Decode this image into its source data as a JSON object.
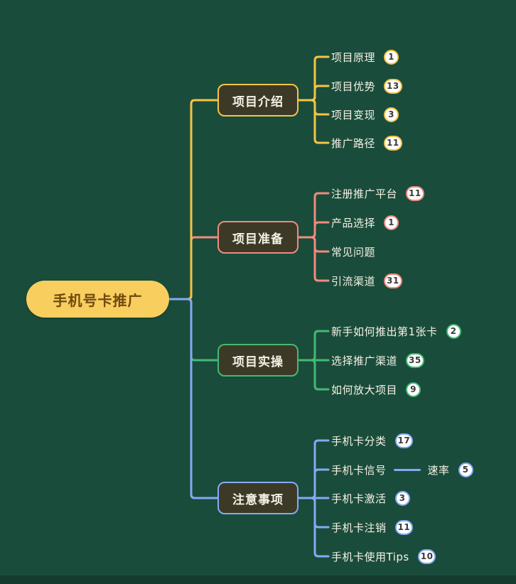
{
  "colors": {
    "background": "#1A4C3B",
    "root-fill": "#F8CE5E",
    "root-text": "#6E4A10",
    "node-fill": "#3C3A27",
    "node-text": "#F5F2E6",
    "child-text": "#F5F2E6",
    "badge-bg": "#FFFFFF",
    "badge-text": "#3A3A3A",
    "branch1": "#F6C444",
    "branch2": "#F08B7D",
    "branch3": "#43BA74",
    "branch4": "#86A9F7"
  },
  "root": {
    "label": "手机号卡推广"
  },
  "branches": [
    {
      "label": "项目介绍",
      "children": [
        {
          "label": "项目原理",
          "badge": "1"
        },
        {
          "label": "项目优势",
          "badge": "13"
        },
        {
          "label": "项目变现",
          "badge": "3"
        },
        {
          "label": "推广路径",
          "badge": "11"
        }
      ]
    },
    {
      "label": "项目准备",
      "children": [
        {
          "label": "注册推广平台",
          "badge": "11"
        },
        {
          "label": "产品选择",
          "badge": "1"
        },
        {
          "label": "常见问题"
        },
        {
          "label": "引流渠道",
          "badge": "31"
        }
      ]
    },
    {
      "label": "项目实操",
      "children": [
        {
          "label": "新手如何推出第1张卡",
          "badge": "2"
        },
        {
          "label": "选择推广渠道",
          "badge": "35"
        },
        {
          "label": "如何放大项目",
          "badge": "9"
        }
      ]
    },
    {
      "label": "注意事项",
      "children": [
        {
          "label": "手机卡分类",
          "badge": "17"
        },
        {
          "label": "手机卡信号",
          "sub": {
            "label": "速率",
            "badge": "5"
          }
        },
        {
          "label": "手机卡激活",
          "badge": "3"
        },
        {
          "label": "手机卡注销",
          "badge": "11"
        },
        {
          "label": "手机卡使用Tips",
          "badge": "10"
        }
      ]
    }
  ]
}
